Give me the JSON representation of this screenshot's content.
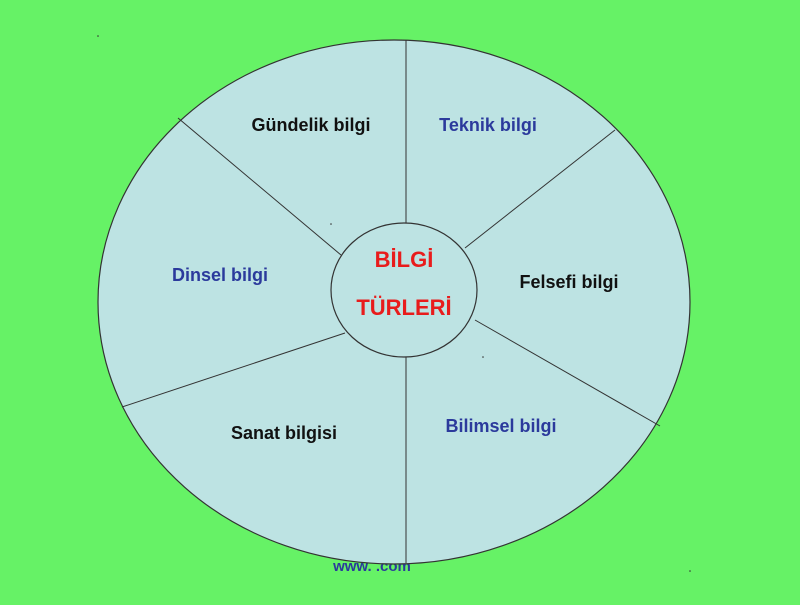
{
  "colors": {
    "background": "#66f266",
    "wheel_fill": "#bde3e3",
    "outline": "#333333",
    "center_text": "#e81c1c",
    "label_dark": "#111111",
    "label_blue": "#2b3a9c",
    "footer_text": "#2b3a9c"
  },
  "center": {
    "line1": "BİLGİ",
    "line2": "TÜRLERİ"
  },
  "segments": [
    {
      "label": "Gündelik bilgi",
      "tone": "dark"
    },
    {
      "label": "Teknik bilgi",
      "tone": "blue"
    },
    {
      "label": "Felsefi bilgi",
      "tone": "dark"
    },
    {
      "label": "Bilimsel bilgi",
      "tone": "blue"
    },
    {
      "label": "Sanat bilgisi",
      "tone": "dark"
    },
    {
      "label": "Dinsel bilgi",
      "tone": "blue"
    }
  ],
  "footer": {
    "text": "www.                 .com"
  }
}
